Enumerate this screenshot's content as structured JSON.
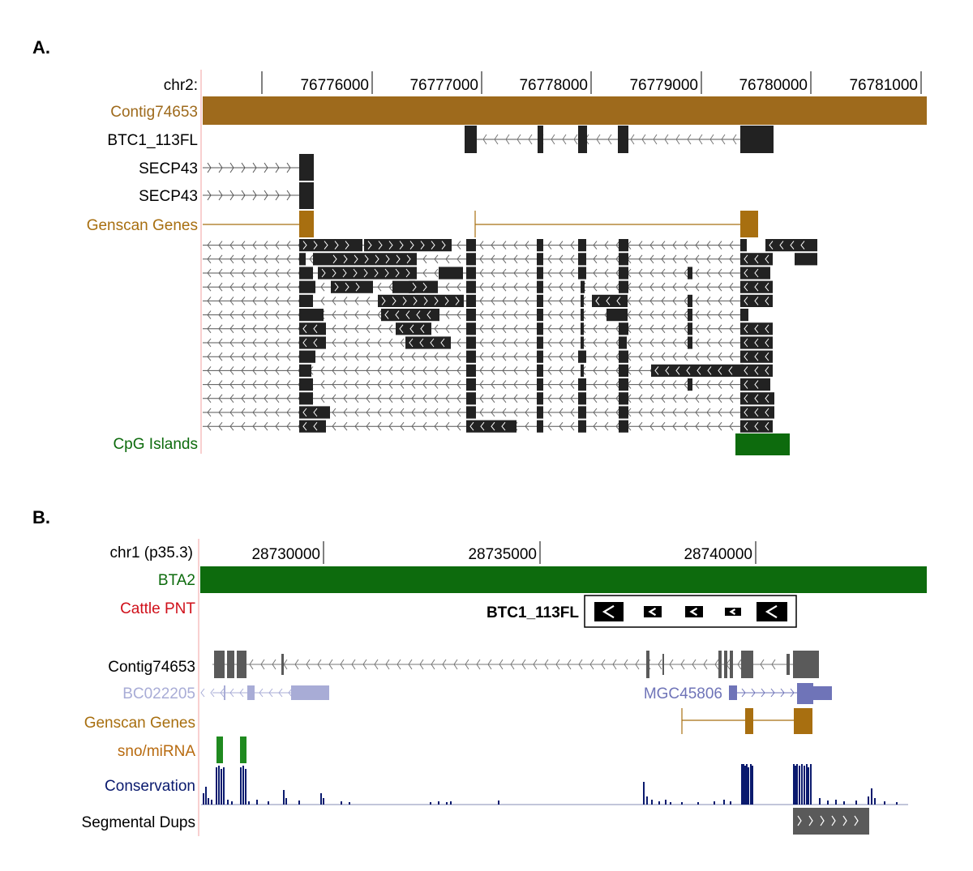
{
  "panel_a": {
    "letter": "A.",
    "chrom_label": "chr2:",
    "ticks": [
      "76776000",
      "76777000",
      "76778000",
      "76779000",
      "76780000",
      "76781000"
    ],
    "tracks": [
      {
        "label": "Contig74653",
        "color": "#9e6a1c"
      },
      {
        "label": "BTC1_113FL",
        "color": "#000000"
      },
      {
        "label": "SECP43",
        "color": "#000000"
      },
      {
        "label": "SECP43",
        "color": "#000000"
      },
      {
        "label": "Genscan Genes",
        "color": "#a86f10"
      },
      {
        "label": "CpG Islands",
        "color": "#0d6b0d"
      }
    ]
  },
  "panel_b": {
    "letter": "B.",
    "chrom_label": "chr1 (p35.3)",
    "ticks": [
      "28730000",
      "28735000",
      "28740000"
    ],
    "tracks": [
      {
        "label": "BTA2",
        "color": "#0d6b0d"
      },
      {
        "label": "Cattle PNT",
        "color": "#d0101a"
      },
      {
        "label": "Contig74653",
        "color": "#000000"
      },
      {
        "label": "BC022205",
        "color": "#a8acd6"
      },
      {
        "label": "Genscan Genes",
        "color": "#a86f10"
      },
      {
        "label": "sno/miRNA",
        "color": "#b86b10"
      },
      {
        "label": "Conservation",
        "color": "#0a1a6e"
      },
      {
        "label": "Segmental Dups",
        "color": "#000000"
      }
    ],
    "inset_label": "BTC1_113FL",
    "inline_label": "MGC45806"
  },
  "colors": {
    "contig": "#9e6a1c",
    "genscan": "#a86f10",
    "cpg": "#0d6b0d",
    "bta2": "#0d6b0d",
    "feature": "#222222",
    "conservation": "#0a1a6e",
    "refseq_light": "#a8acd6",
    "refseq_dark": "#6f74b8",
    "gray_block": "#5a5a5a",
    "snomirna": "#1f8a1f"
  }
}
